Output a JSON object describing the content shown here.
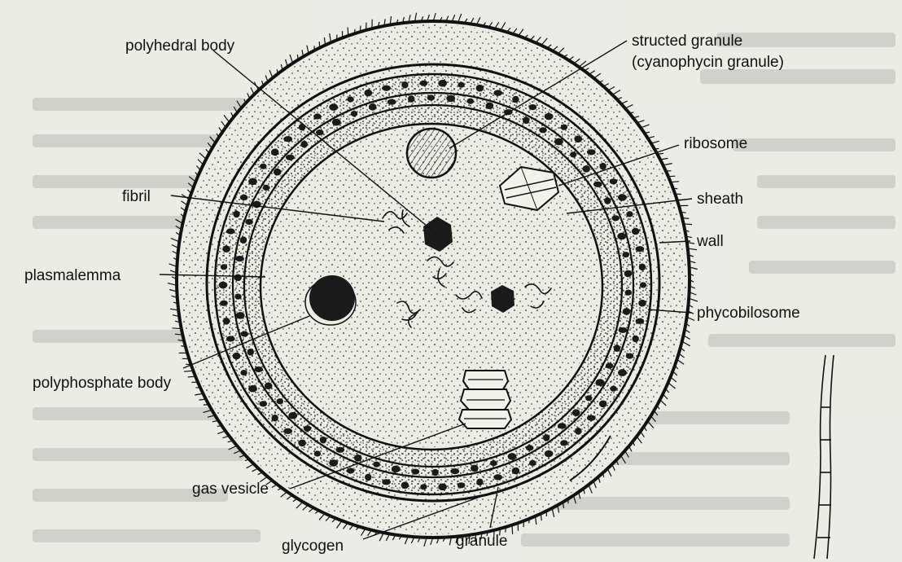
{
  "diagram": {
    "labels": {
      "polyhedral_body": "polyhedral body",
      "structed_granule": "structed granule",
      "cyanophycin_granule": "(cyanophycin granule)",
      "ribosome": "ribosome",
      "fibril": "fibril",
      "sheath": "sheath",
      "wall": "wall",
      "plasmalemma": "plasmalemma",
      "phycobilosome": "phycobilosome",
      "polyphosphate_body": "polyphosphate body",
      "gas_vesicle": "gas vesicle",
      "glycogen": "glycogen",
      "granule": "granule"
    }
  },
  "colors": {
    "page": "#ecebe4",
    "ink": "#111111",
    "background_text": "#c9c8c2"
  }
}
